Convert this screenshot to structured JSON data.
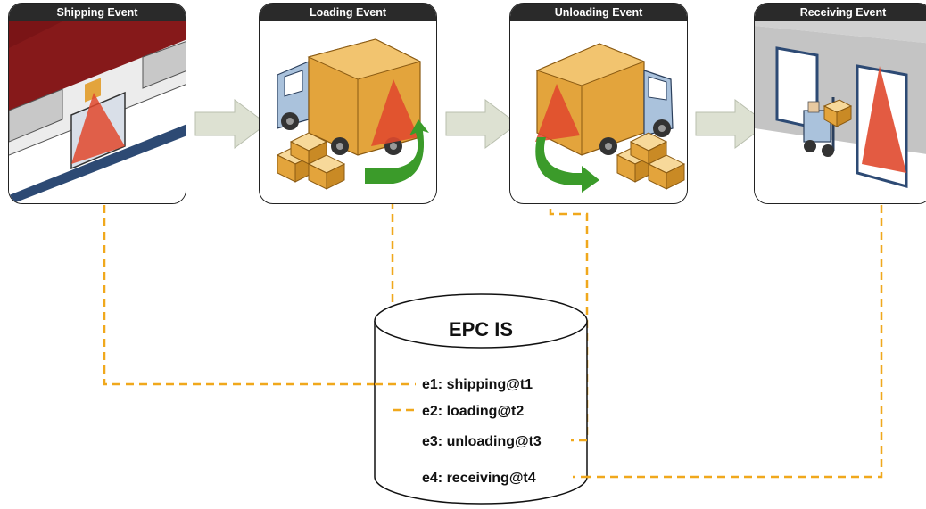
{
  "events": [
    {
      "title": "Shipping Event"
    },
    {
      "title": "Loading Event"
    },
    {
      "title": "Unloading Event"
    },
    {
      "title": "Receiving Event"
    }
  ],
  "database": {
    "title": "EPC IS",
    "records": [
      "e1: shipping@t1",
      "e2: loading@t2",
      "e3: unloading@t3",
      "e4: receiving@t4"
    ]
  },
  "colors": {
    "connector": "#f0a81c",
    "reader_field": "#e0492d",
    "wall": "#7a1416",
    "truck": "#aac2dc",
    "cargo_box": "#e3a43c",
    "flow_arrow": "#dde1d2",
    "green_arrow": "#3b9b2a"
  }
}
